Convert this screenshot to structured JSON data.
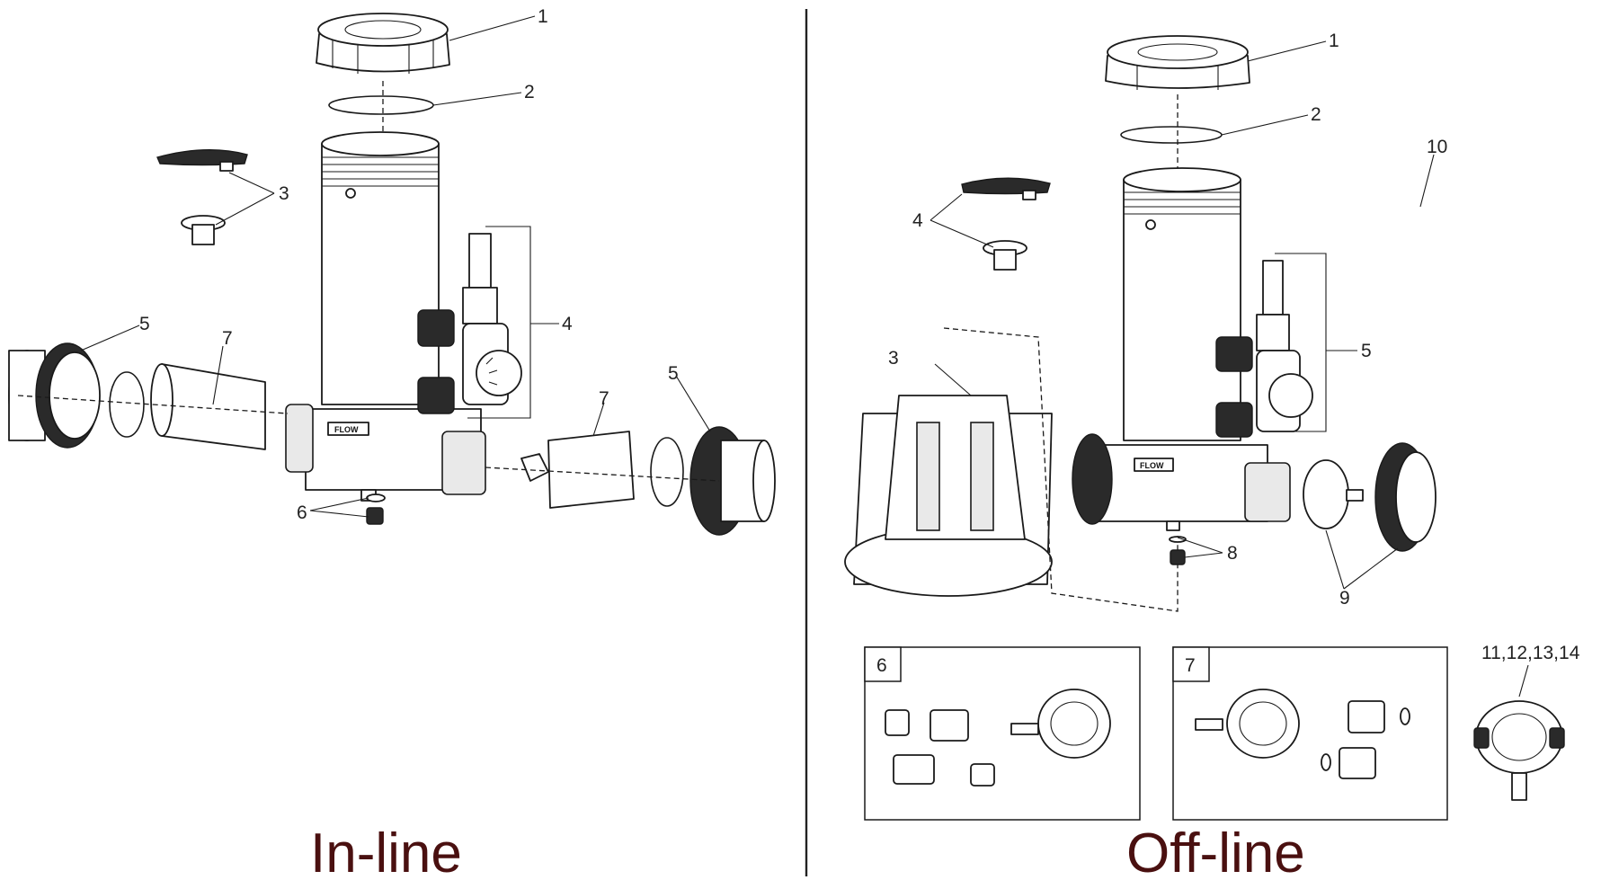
{
  "panels": {
    "inline": {
      "caption": "In-line",
      "callouts": {
        "c1": "1",
        "c2": "2",
        "c3": "3",
        "c4": "4",
        "c5a": "5",
        "c5b": "5",
        "c6": "6",
        "c7a": "7",
        "c7b": "7"
      },
      "body_text": "FLOW"
    },
    "offline": {
      "caption": "Off-line",
      "callouts": {
        "c1": "1",
        "c2": "2",
        "c3": "3",
        "c4": "4",
        "c5": "5",
        "c8": "8",
        "c9": "9",
        "c10": "10",
        "c11_14": "11,12,13,14"
      },
      "box6_label": "6",
      "box7_label": "7",
      "body_text": "FLOW"
    }
  },
  "colors": {
    "caption": "#4a1010",
    "line": "#1a1a1a",
    "divider": "#222222"
  }
}
